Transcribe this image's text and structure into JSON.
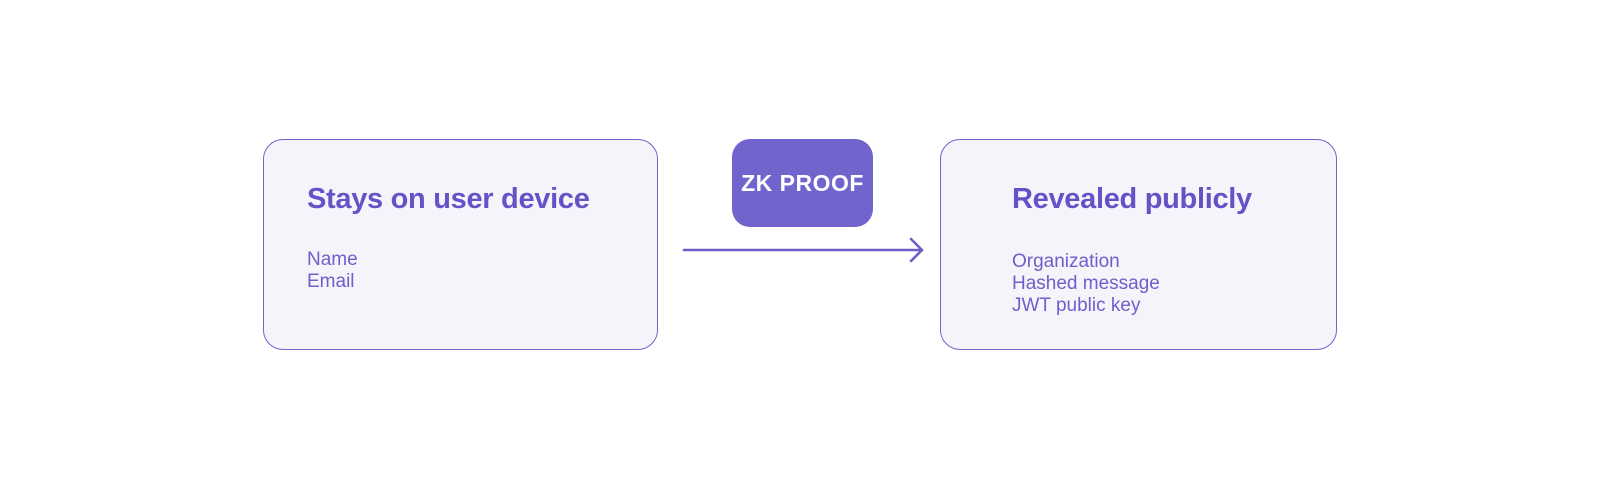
{
  "theme": {
    "page_bg": "#ffffff",
    "box_fill": "#f5f4fb",
    "box_border": "#7065c9",
    "title_color": "#6552c6",
    "list_color": "#6e60c8",
    "badge_fill": "#7164cd",
    "badge_text": "#ffffff",
    "arrow_color": "#6c5ec7"
  },
  "diagram": {
    "private_box": {
      "title": "Stays on user device",
      "items": [
        "Name",
        "Email"
      ]
    },
    "badge_label": "ZK PROOF",
    "public_box": {
      "title": "Revealed publicly",
      "items": [
        "Organization",
        "Hashed message",
        "JWT public key"
      ]
    }
  }
}
